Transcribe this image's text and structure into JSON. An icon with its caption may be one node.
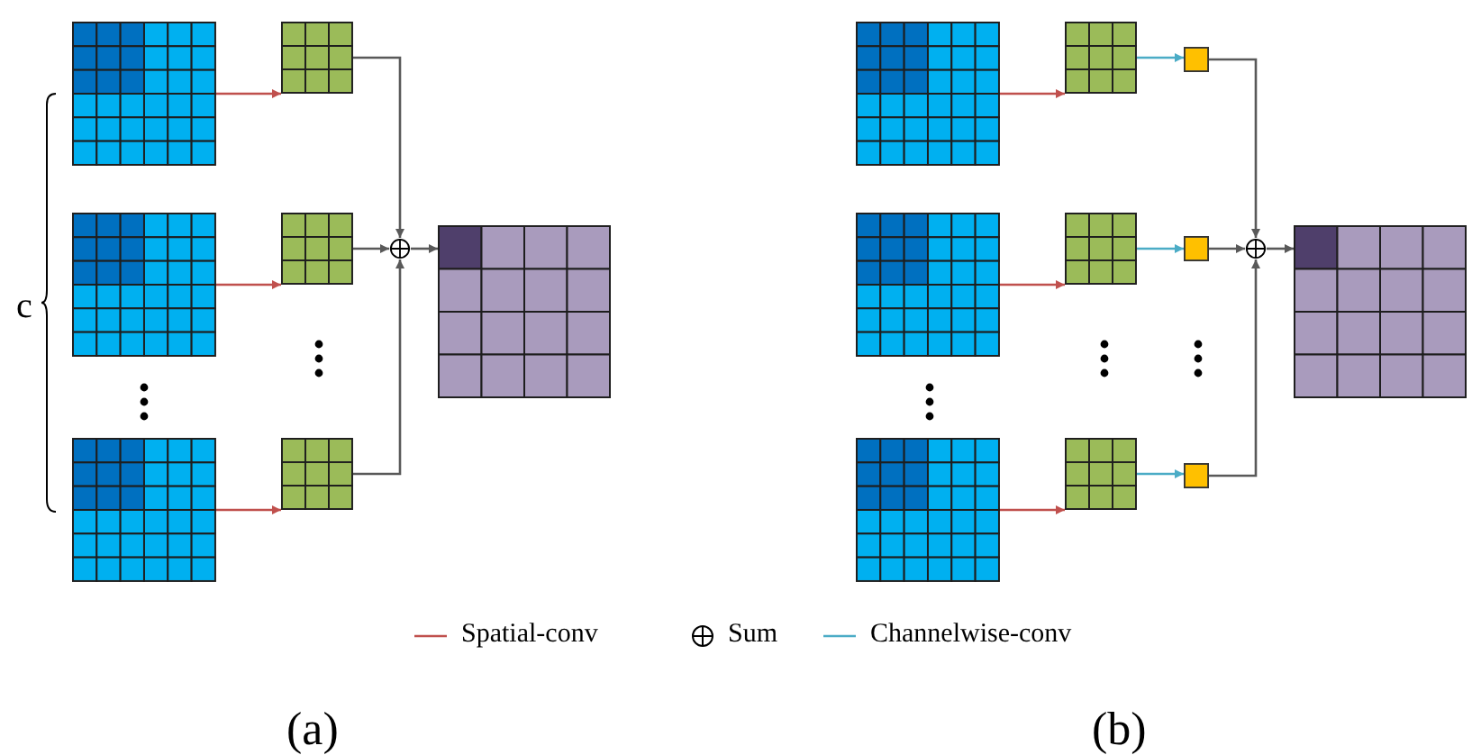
{
  "diagram": {
    "nodes": [
      {
        "text": [],
        "shape": "grid"
      },
      {
        "text": [],
        "shape": "grid"
      },
      {
        "text": [],
        "shape": "grid"
      },
      {
        "text": [],
        "shape": "grid"
      },
      {
        "text": [],
        "shape": "grid"
      },
      {
        "text": [],
        "shape": "grid"
      },
      {
        "text": [],
        "shape": "circle"
      },
      {
        "text": [],
        "shape": "grid"
      },
      {
        "text": [],
        "shape": "grid"
      },
      {
        "text": [],
        "shape": "grid"
      },
      {
        "text": [],
        "shape": "grid"
      },
      {
        "text": [],
        "shape": "grid"
      },
      {
        "text": [],
        "shape": "grid"
      },
      {
        "text": [],
        "shape": "grid"
      },
      {
        "text": [],
        "shape": "box"
      },
      {
        "text": [],
        "shape": "box"
      },
      {
        "text": [],
        "shape": "box"
      },
      {
        "text": [],
        "shape": "circle"
      },
      {
        "text": [],
        "shape": "grid"
      }
    ],
    "edges": [
      {
        "from": 0,
        "to": 3,
        "arrow": "to",
        "color": "#c0504d"
      },
      {
        "from": 1,
        "to": 4,
        "arrow": "to",
        "color": "#c0504d"
      },
      {
        "from": 2,
        "to": 5,
        "arrow": "to",
        "color": "#c0504d"
      },
      {
        "from": 3,
        "to": 6,
        "arrow": "to"
      },
      {
        "from": 4,
        "to": 6,
        "arrow": "to"
      },
      {
        "from": 5,
        "to": 6,
        "arrow": "to"
      },
      {
        "from": 6,
        "to": 7,
        "arrow": "to"
      },
      {
        "from": 8,
        "to": 11,
        "arrow": "to",
        "color": "#c0504d"
      },
      {
        "from": 9,
        "to": 12,
        "arrow": "to",
        "color": "#c0504d"
      },
      {
        "from": 10,
        "to": 13,
        "arrow": "to",
        "color": "#c0504d"
      },
      {
        "from": 11,
        "to": 14,
        "arrow": "to",
        "color": "#4bacc6"
      },
      {
        "from": 12,
        "to": 15,
        "arrow": "to",
        "color": "#4bacc6"
      },
      {
        "from": 13,
        "to": 16,
        "arrow": "to",
        "color": "#4bacc6"
      },
      {
        "from": 14,
        "to": 17,
        "arrow": "to"
      },
      {
        "from": 15,
        "to": 17,
        "arrow": "to"
      },
      {
        "from": 16,
        "to": 17,
        "arrow": "to"
      },
      {
        "from": 17,
        "to": 18,
        "arrow": "to"
      }
    ],
    "labels": [
      "c",
      "(a)",
      "(b)"
    ],
    "legend": [
      {
        "text": "Spatial-conv"
      },
      {
        "text": "Sum"
      },
      {
        "text": "Channelwise-conv"
      }
    ]
  }
}
